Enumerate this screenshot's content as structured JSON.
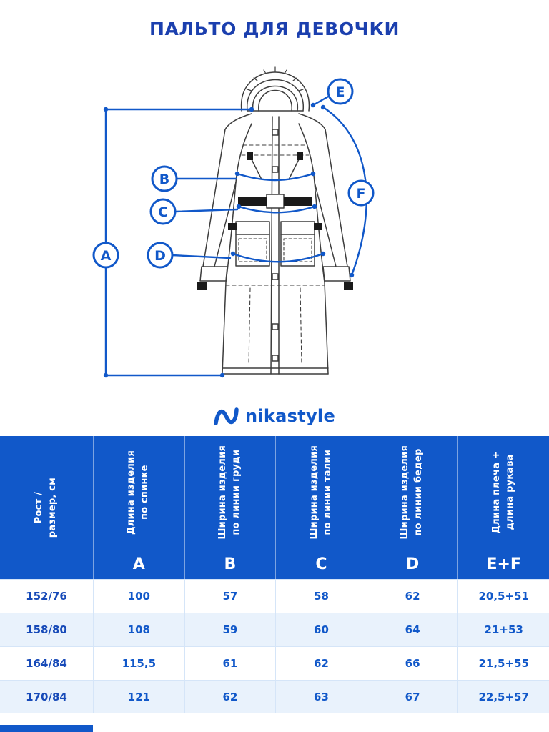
{
  "title": "ПАЛЬТО ДЛЯ ДЕВОЧКИ",
  "logo": {
    "text": "nikastyle"
  },
  "colors": {
    "accent": "#1158C9",
    "title_blue": "#1B3FAE",
    "header_bg": "#1158C9",
    "row_alt": "#E9F2FC"
  },
  "diagram": {
    "marks": {
      "a": "A",
      "b": "B",
      "c": "C",
      "d": "D",
      "e": "E",
      "f": "F"
    }
  },
  "table": {
    "headers": [
      "Рост /\nразмер, см",
      "Длина изделия\nпо спинке",
      "Ширина изделия\nпо линии груди",
      "Ширина изделия\nпо линии талии",
      "Ширина изделия\nпо линии бедер",
      "Длина плеча +\nдлина рукава"
    ],
    "letters": [
      "A",
      "B",
      "C",
      "D",
      "E+F"
    ],
    "rows": [
      [
        "152/76",
        "100",
        "57",
        "58",
        "62",
        "20,5+51"
      ],
      [
        "158/80",
        "108",
        "59",
        "60",
        "64",
        "21+53"
      ],
      [
        "164/84",
        "115,5",
        "61",
        "62",
        "66",
        "21,5+55"
      ],
      [
        "170/84",
        "121",
        "62",
        "63",
        "67",
        "22,5+57"
      ]
    ]
  }
}
